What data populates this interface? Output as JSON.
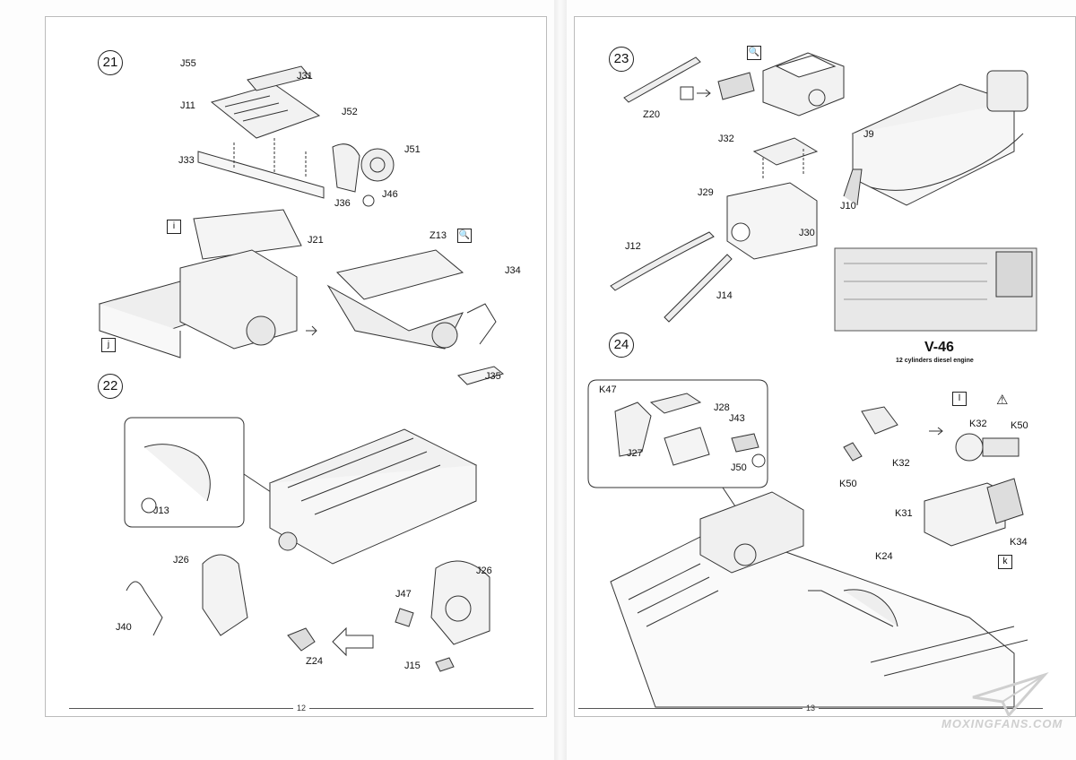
{
  "left_page": {
    "page_number": "12",
    "steps": [
      {
        "number": "21",
        "labels": [
          "J55",
          "J31",
          "J11",
          "J52",
          "J51",
          "J33",
          "J46",
          "J36",
          "J21",
          "Z13",
          "J34",
          "J35"
        ],
        "callouts": [
          "i",
          "j"
        ]
      },
      {
        "number": "22",
        "labels": [
          "J13",
          "J26",
          "J26",
          "J40",
          "J47",
          "Z24",
          "J15"
        ]
      }
    ]
  },
  "right_page": {
    "page_number": "13",
    "steps": [
      {
        "number": "23",
        "labels": [
          "Z20",
          "J32",
          "J9",
          "J29",
          "J10",
          "J12",
          "J30",
          "J14"
        ]
      },
      {
        "number": "24",
        "labels": [
          "K47",
          "J28",
          "J43",
          "J27",
          "J50",
          "K32",
          "K50",
          "K32",
          "K50",
          "K31",
          "K34",
          "K24"
        ],
        "callouts": [
          "l",
          "k"
        ]
      }
    ],
    "engine": {
      "title": "V-46",
      "subtitle": "12 cylinders diesel engine"
    }
  },
  "watermark": "MOXINGFANS.COM"
}
